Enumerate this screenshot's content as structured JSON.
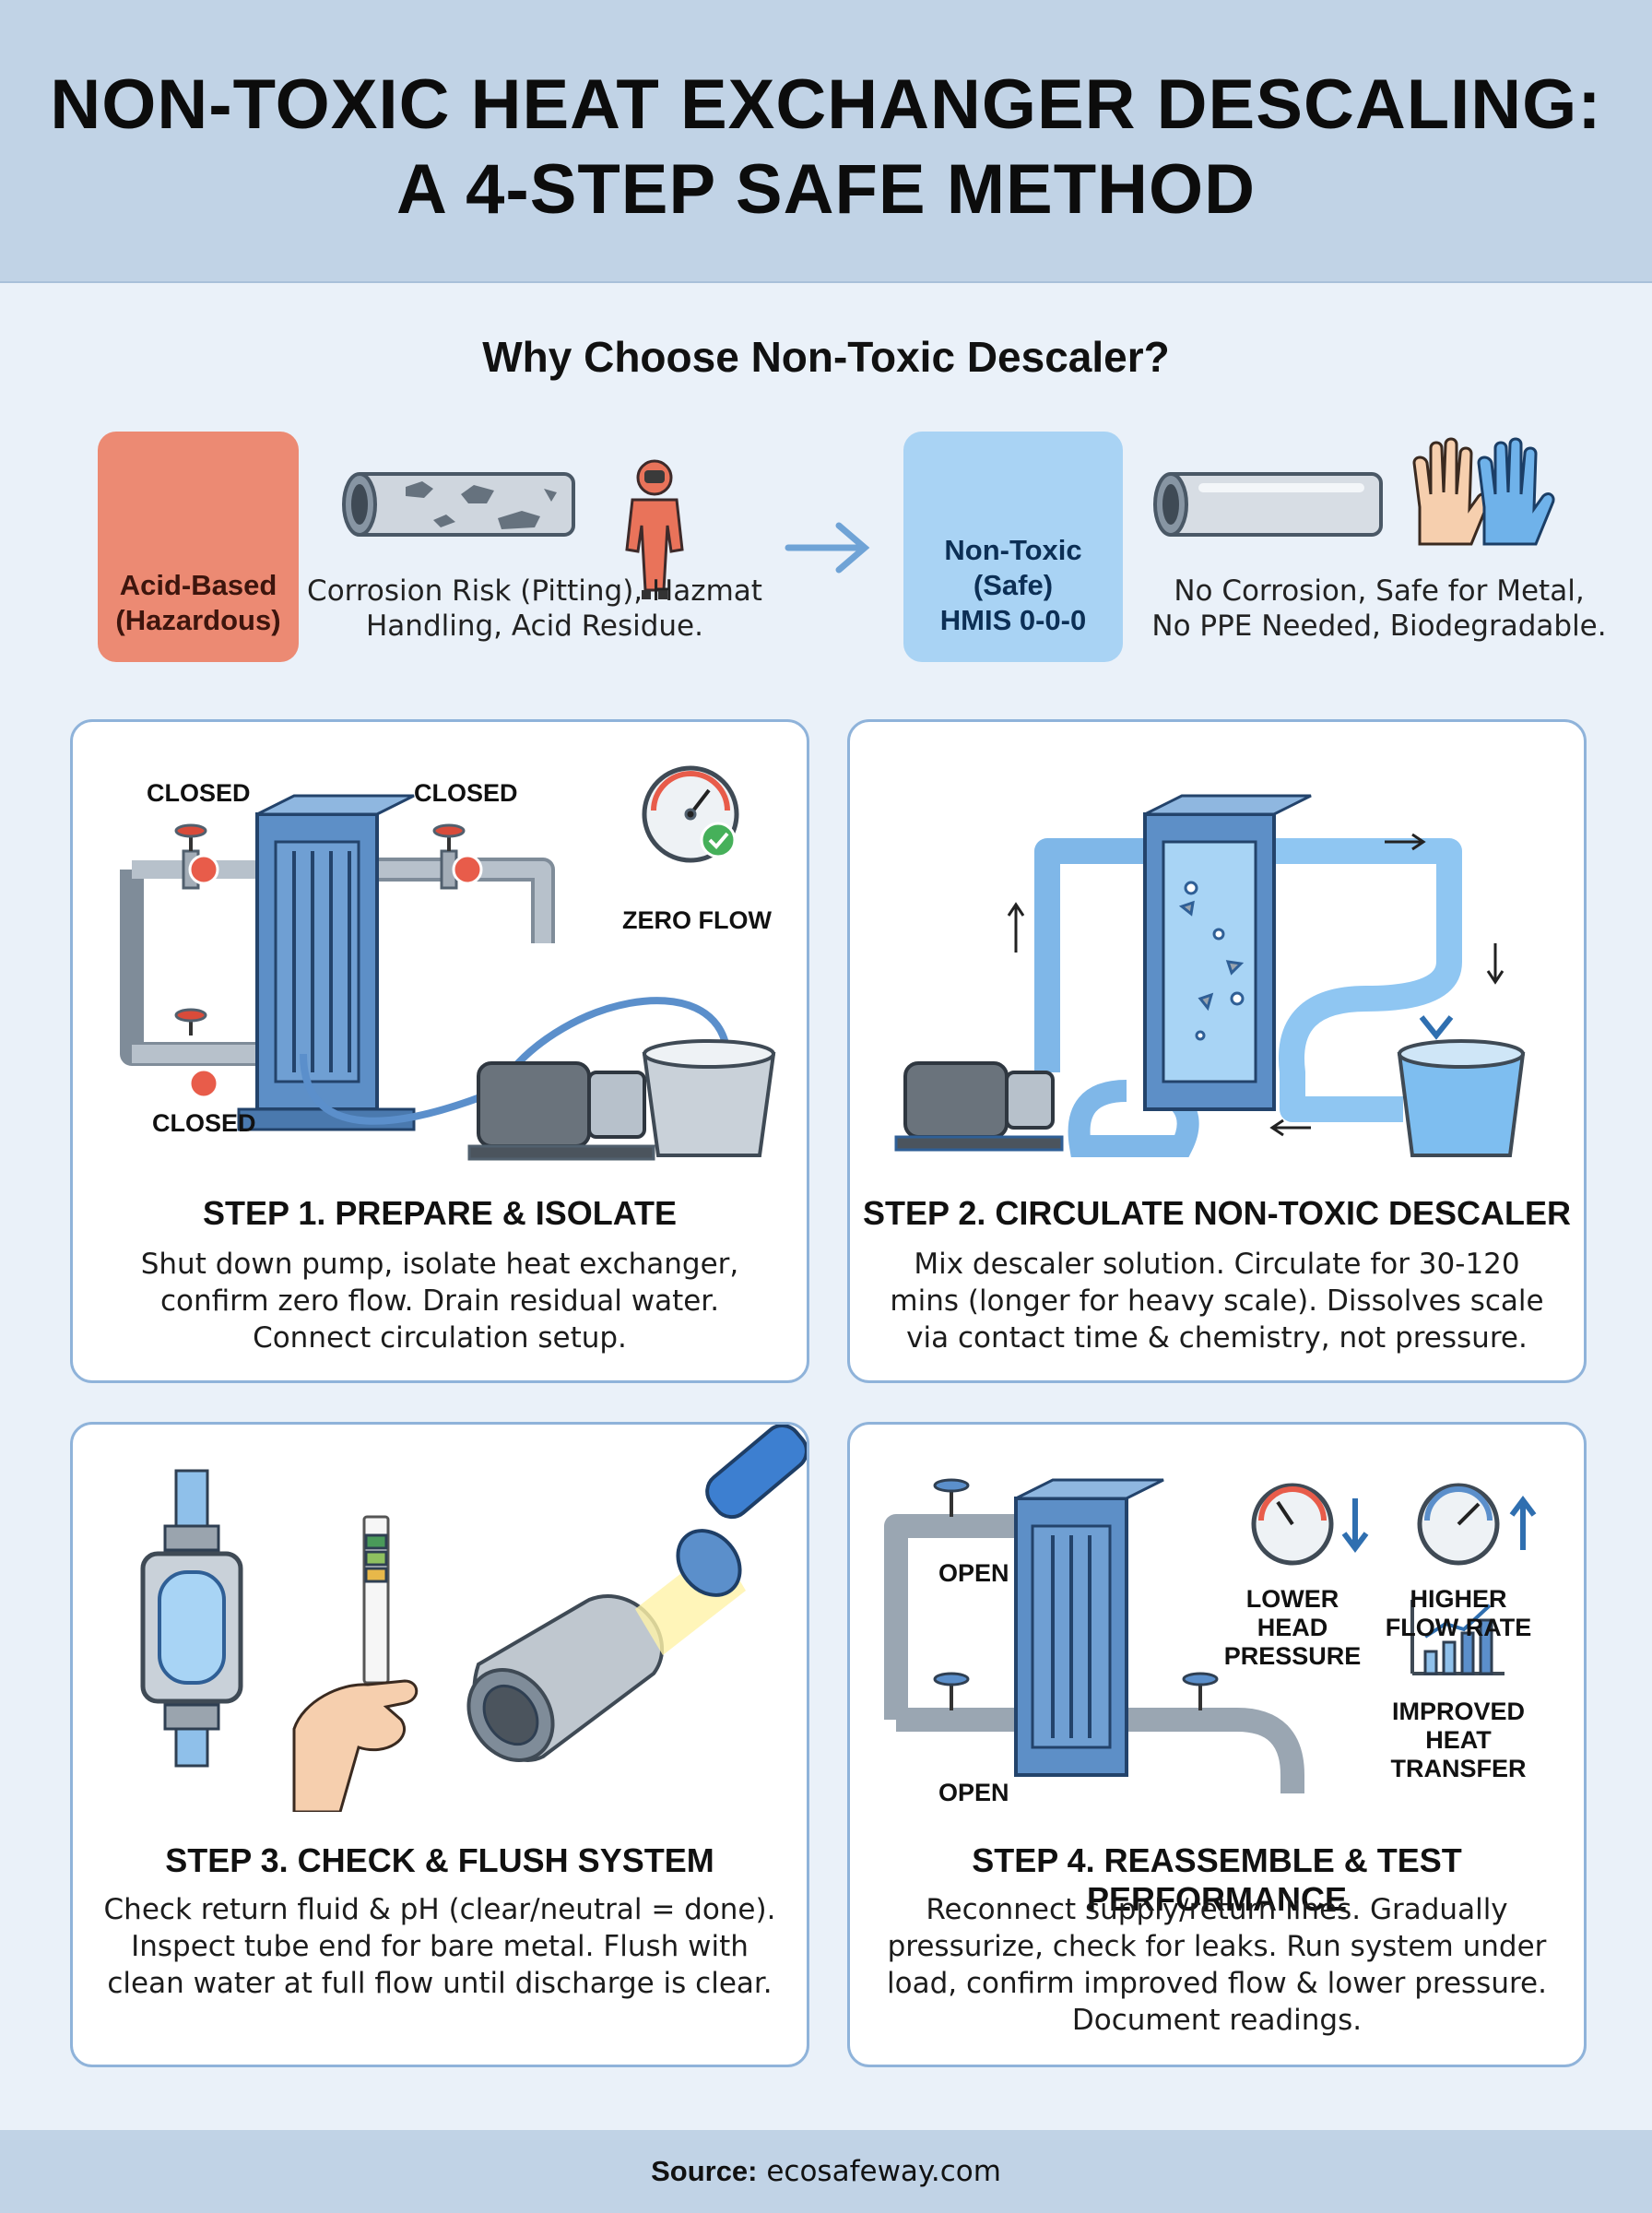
{
  "header": {
    "title_line1": "NON-TOXIC HEAT EXCHANGER DESCALING:",
    "title_line2": "A 4-STEP SAFE METHOD"
  },
  "why": {
    "heading": "Why Choose Non-Toxic Descaler?",
    "acid": {
      "badge_line1": "Acid-Based",
      "badge_line2": "(Hazardous)",
      "desc_line1": "Corrosion Risk (Pitting), Hazmat",
      "desc_line2": "Handling, Acid Residue.",
      "icons": [
        "skull-icon",
        "corroded-pipe-icon",
        "hazmat-suit-icon"
      ],
      "color": "#ec8a73"
    },
    "safe": {
      "badge_line1": "Non-Toxic (Safe)",
      "badge_line2": "HMIS 0-0-0",
      "desc_line1": "No Corrosion, Safe for Metal,",
      "desc_line2": "No PPE Needed, Biodegradable.",
      "icons": [
        "leaf-icon",
        "clean-pipe-icon",
        "hands-icon"
      ],
      "color": "#a9d3f4"
    }
  },
  "steps": [
    {
      "title": "STEP 1. PREPARE & ISOLATE",
      "desc_lines": [
        "Shut down pump, isolate heat exchanger,",
        "confirm zero flow. Drain residual water.",
        "Connect circulation setup."
      ],
      "labels": {
        "closed_left": "CLOSED",
        "closed_right": "CLOSED",
        "closed_bottom": "CLOSED",
        "zero_flow": "ZERO FLOW"
      }
    },
    {
      "title": "STEP 2. CIRCULATE NON-TOXIC DESCALER",
      "desc_lines": [
        "Mix descaler solution. Circulate for 30-120",
        "mins (longer for heavy scale). Dissolves scale",
        "via contact time & chemistry, not pressure."
      ]
    },
    {
      "title": "STEP 3. CHECK & FLUSH SYSTEM",
      "desc_lines": [
        "Check return fluid & pH (clear/neutral = done).",
        "Inspect tube end for bare metal. Flush with",
        "clean water at full flow until discharge is clear."
      ]
    },
    {
      "title": "STEP 4. REASSEMBLE & TEST PERFORMANCE",
      "desc_lines": [
        "Reconnect supply/return lines. Gradually",
        "pressurize, check for leaks. Run system under",
        "load, confirm improved flow & lower pressure.",
        "Document readings."
      ],
      "labels": {
        "open_top": "OPEN",
        "open_bottom": "OPEN",
        "lower_head_1": "LOWER HEAD",
        "lower_head_2": "PRESSURE",
        "higher_flow_1": "HIGHER",
        "higher_flow_2": "FLOW RATE",
        "improved_1": "IMPROVED",
        "improved_2": "HEAT TRANSFER"
      }
    }
  ],
  "footer": {
    "source_label": "Source:",
    "source_value": " ecosafeway.com"
  }
}
